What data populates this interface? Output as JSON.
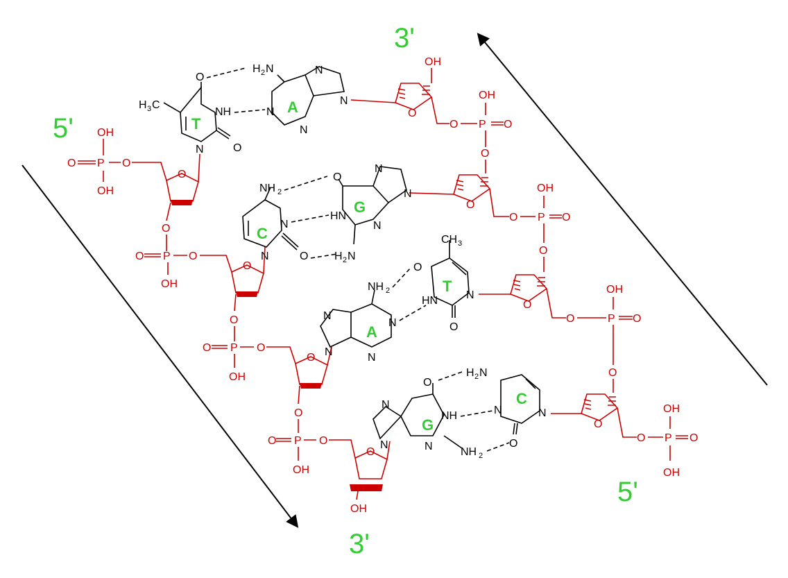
{
  "ends": {
    "top_right": "3'",
    "left": "5'",
    "bottom": "3'",
    "right": "5'"
  },
  "base_letters": [
    "T",
    "A",
    "G",
    "C",
    "T",
    "A",
    "G",
    "C"
  ],
  "atoms": {
    "oh": "OH",
    "o": "O",
    "p": "P",
    "n": "N",
    "nh": "NH",
    "hn": "HN",
    "nh2": "NH",
    "h2n": "H",
    "ch3": "H",
    "ch3_tail": "C",
    "methyl": "CH",
    "sub2": "2",
    "sub3": "3"
  },
  "colors": {
    "backbone": "#cc0000",
    "base": "#000000",
    "label": "#33cc33"
  }
}
